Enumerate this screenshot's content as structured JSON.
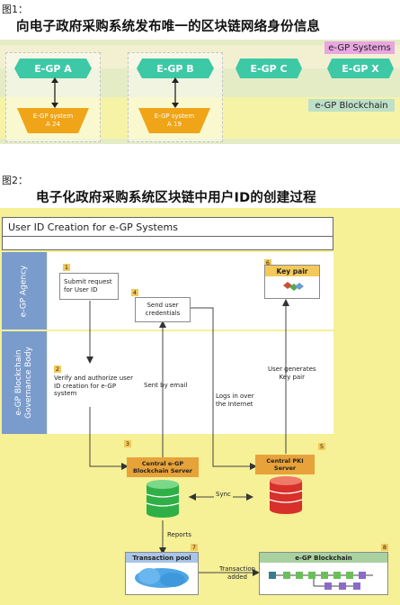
{
  "fig1": {
    "caption": "图1：",
    "title": "向电子政府采购系统发布唯一的区块链网络身份信息",
    "layer_systems": "e-GP Systems",
    "layer_blockchain": "e-GP Blockchain",
    "nodes": [
      "E-GP A",
      "E-GP B",
      "E-GP C",
      "E-GP X"
    ],
    "systemA": [
      "E-GP system",
      "A 24"
    ],
    "systemB": [
      "E-GP system",
      "A 19"
    ]
  },
  "fig2": {
    "caption": "图2：",
    "title": "电子化政府采购系统区块链中用户ID的创建过程",
    "header": "User ID Creation for e-GP Systems",
    "lane_agency": "e-GP Agency",
    "lane_gov": [
      "e-GP Blockchain",
      "Governance Body"
    ],
    "steps": {
      "s1": {
        "num": "1",
        "text": [
          "Submit request",
          "for User ID"
        ]
      },
      "s2": {
        "num": "2",
        "text": [
          "Verify and authorize user",
          "ID creation for e-GP",
          "system"
        ]
      },
      "s3": {
        "num": "3",
        "text": [
          "Central e-GP",
          "Blockchain Server"
        ]
      },
      "s4": {
        "num": "4",
        "text": [
          "Send user",
          "credentials"
        ]
      },
      "s5": {
        "num": "5",
        "text": [
          "Central PKI",
          "Server"
        ]
      },
      "s6": {
        "num": "6",
        "text": "Key pair"
      },
      "s7": {
        "num": "7",
        "text": "Transaction pool"
      },
      "s8": {
        "num": "8",
        "text": "e-GP Blockchain"
      }
    },
    "labels": {
      "sent_email": "Sent by email",
      "logs_in": [
        "Logs in over",
        "the Internet"
      ],
      "user_gen": [
        "User generates",
        "Key pair"
      ],
      "sync": "Sync",
      "reports": "Reports",
      "tx_added": [
        "Transaction",
        "added"
      ]
    }
  },
  "colors": {
    "teal": "#3dc8a6",
    "orange": "#f0a418",
    "green": "#2fb046",
    "red": "#d8302a",
    "lane_blue": "#7a9ccc",
    "diagram_bg": "#f6f096",
    "fig1_bg": "#e4ecc6"
  }
}
